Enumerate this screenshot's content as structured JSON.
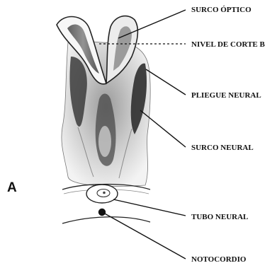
{
  "panel_letter": "A",
  "labels": {
    "surco_optico": "SURCO ÓPTICO",
    "nivel_corte": "NIVEL DE CORTE B",
    "pliegue_neural": "PLIEGUE NEURAL",
    "surco_neural": "SURCO NEURAL",
    "tubo_neural": "TUBO NEURAL",
    "notocordio": "NOTOCORDIO"
  }
}
